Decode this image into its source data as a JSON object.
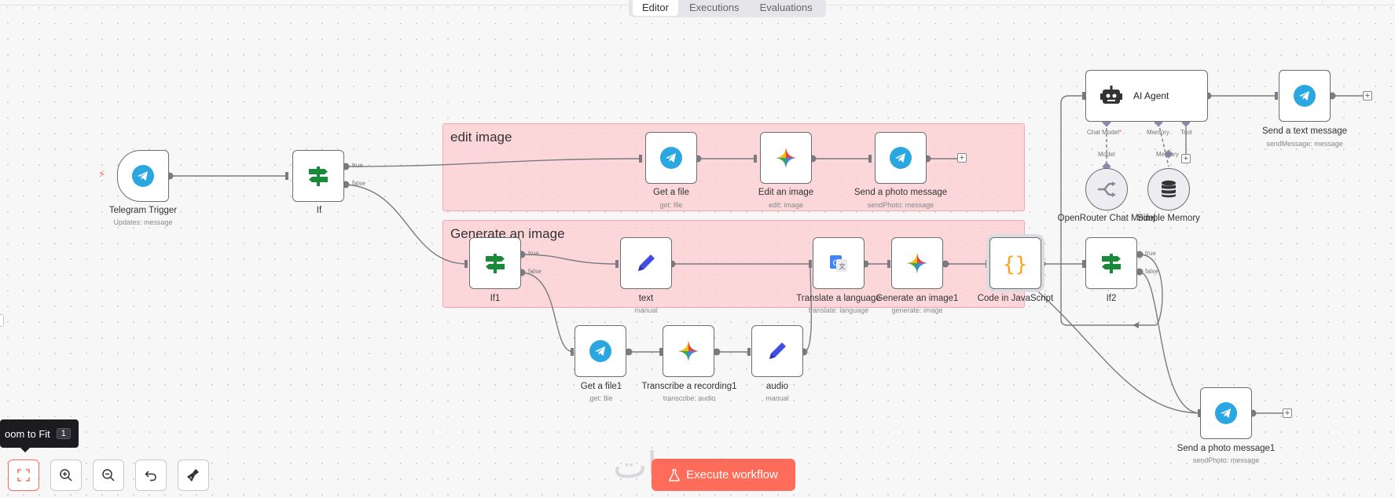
{
  "tabs": [
    {
      "label": "Editor",
      "active": true
    },
    {
      "label": "Executions",
      "active": false
    },
    {
      "label": "Evaluations",
      "active": false
    }
  ],
  "stickies": {
    "edit": "edit image",
    "generate": "Generate an image"
  },
  "nodes": {
    "telegram_trigger": {
      "label": "Telegram Trigger",
      "sub": "Updates: message"
    },
    "if": {
      "label": "If"
    },
    "get_file": {
      "label": "Get a file",
      "sub": "get: file"
    },
    "edit_image": {
      "label": "Edit an image",
      "sub": "edit: image"
    },
    "send_photo": {
      "label": "Send a photo message",
      "sub": "sendPhoto: message"
    },
    "if1": {
      "label": "If1"
    },
    "text": {
      "label": "text",
      "sub": "manual"
    },
    "translate": {
      "label": "Translate a language",
      "sub": "translate: language"
    },
    "generate_image": {
      "label": "Generate an image1",
      "sub": "generate: image"
    },
    "code_js": {
      "label": "Code in JavaScript"
    },
    "if2": {
      "label": "If2"
    },
    "get_file1": {
      "label": "Get a file1",
      "sub": "get: file"
    },
    "transcribe": {
      "label": "Transcribe a recording1",
      "sub": "transcribe: audio"
    },
    "audio": {
      "label": "audio",
      "sub": "manual"
    },
    "ai_agent": {
      "label": "AI Agent"
    },
    "send_text": {
      "label": "Send a text message",
      "sub": "sendMessage: message"
    },
    "openrouter": {
      "label": "OpenRouter Chat Model"
    },
    "simple_memory": {
      "label": "Simple Memory"
    },
    "send_photo1": {
      "label": "Send a photo message1",
      "sub": "sendPhoto: message"
    }
  },
  "ports": {
    "true": "true",
    "false": "false",
    "chat_model": "Chat Model",
    "required_mark": "*",
    "memory": "Memory",
    "tool": "Tool",
    "model": "Model"
  },
  "toolbar": {
    "tooltip": "oom to Fit",
    "tooltip_key": "1",
    "execute": "Execute workflow"
  },
  "watermark": "خمسات",
  "colors": {
    "accent": "#ff6d5a",
    "telegram": "#2aa6e0",
    "if_green": "#1a8a3a",
    "pencil": "#3f4fe0",
    "code": "#f5a623",
    "sticky": "#fccbce"
  }
}
